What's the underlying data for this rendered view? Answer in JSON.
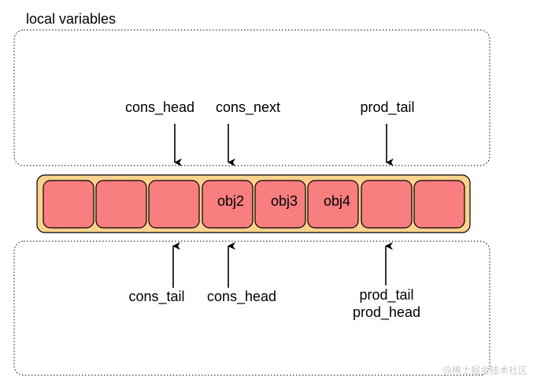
{
  "title": "local variables",
  "colors": {
    "frame_stroke": "#000000",
    "ring_fill": "#fcd28c",
    "ring_stroke": "#000000",
    "cell_fill": "#f87e80",
    "cell_stroke": "#000000"
  },
  "ring": {
    "cells": [
      "",
      "",
      "",
      "obj2",
      "obj3",
      "obj4",
      "",
      ""
    ]
  },
  "top_labels": {
    "cons_head": "cons_head",
    "cons_next": "cons_next",
    "prod_tail": "prod_tail"
  },
  "bottom_labels": {
    "cons_tail": "cons_tail",
    "cons_head": "cons_head",
    "prod_tail": "prod_tail",
    "prod_head": "prod_head"
  },
  "watermark": "@稀土掘金技术社区"
}
